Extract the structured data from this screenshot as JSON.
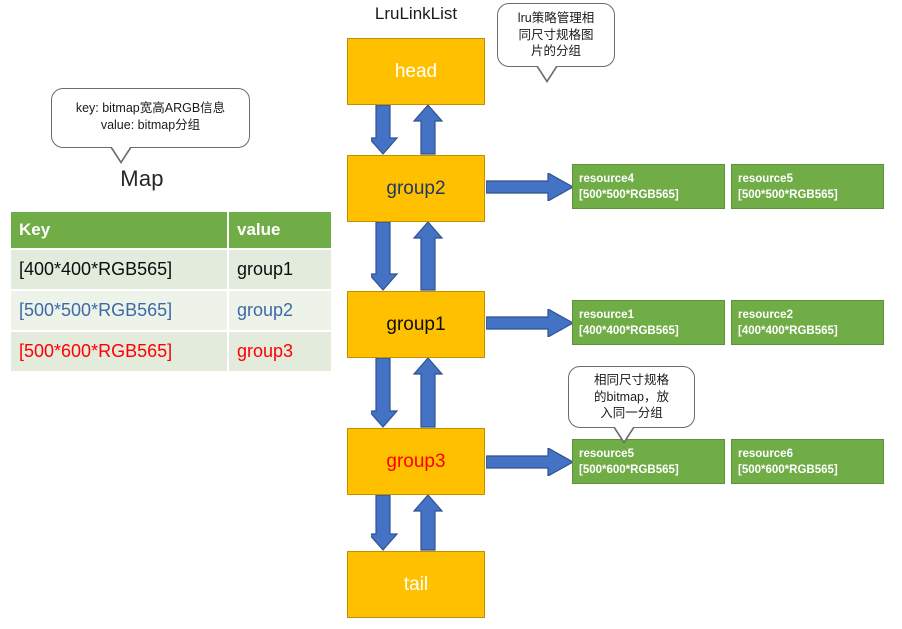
{
  "diagram": {
    "title": "LruLinkList"
  },
  "map_section": {
    "callout_text": "key:  bitmap宽高ARGB信息\nvalue: bitmap分组",
    "label": "Map",
    "table": {
      "headers": [
        "Key",
        "value"
      ],
      "rows": [
        {
          "key": "[400*400*RGB565]",
          "value": "group1",
          "color": "#0d0d0d"
        },
        {
          "key": "[500*500*RGB565]",
          "value": "group2",
          "color": "#3c6aa8"
        },
        {
          "key": "[500*600*RGB565]",
          "value": "group3",
          "color": "#ff0000"
        }
      ]
    }
  },
  "callouts": {
    "lru_strategy": "lru策略管理相\n同尺寸规格图\n片的分组",
    "same_size": "相同尺寸规格\n的bitmap，放\n入同一分组"
  },
  "linked_list": {
    "nodes": [
      {
        "label": "head",
        "text_color": "#ffffff"
      },
      {
        "label": "group2",
        "text_color": "#1f3864"
      },
      {
        "label": "group1",
        "text_color": "#0d0d0d"
      },
      {
        "label": "group3",
        "text_color": "#ff0000"
      },
      {
        "label": "tail",
        "text_color": "#ffffff"
      }
    ]
  },
  "resource_groups": [
    {
      "source_node": "group2",
      "resources": [
        {
          "name": "resource4",
          "spec": "[500*500*RGB565]"
        },
        {
          "name": "resource5",
          "spec": "[500*500*RGB565]"
        }
      ]
    },
    {
      "source_node": "group1",
      "resources": [
        {
          "name": "resource1",
          "spec": "[400*400*RGB565]"
        },
        {
          "name": "resource2",
          "spec": "[400*400*RGB565]"
        }
      ]
    },
    {
      "source_node": "group3",
      "resources": [
        {
          "name": "resource5",
          "spec": "[500*600*RGB565]"
        },
        {
          "name": "resource6",
          "spec": "[500*600*RGB565]"
        }
      ]
    }
  ],
  "colors": {
    "node_fill": "#ffc000",
    "node_border": "#bf9000",
    "resource_fill": "#70ad47",
    "arrow_fill": "#4472c4",
    "arrow_border": "#2f528f",
    "table_header": "#70ad47",
    "table_row_a": "#e2ebdc",
    "table_row_b": "#eef3ea"
  }
}
